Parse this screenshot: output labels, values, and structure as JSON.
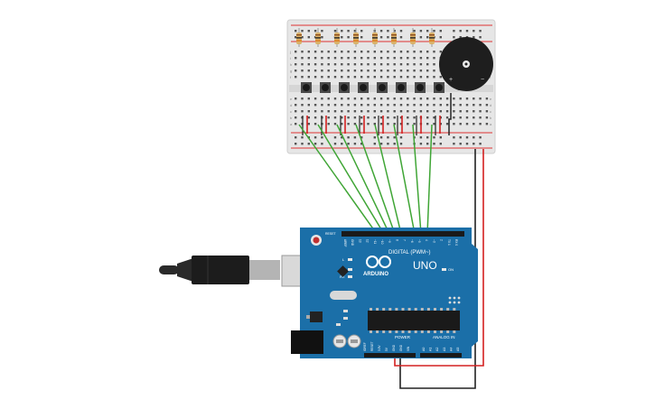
{
  "board": {
    "name": "Arduino Uno R3",
    "logo_text": "ARDUINO",
    "model_text": "UNO",
    "reset_label": "RESET",
    "digital_label": "DIGITAL (PWM~)",
    "analog_label": "ANALOG IN",
    "power_label": "POWER",
    "on_label": "ON",
    "led_l": "L",
    "led_tx": "TX",
    "led_rx": "RX",
    "digital_pins": [
      "AREF",
      "GND",
      "13",
      "12",
      "~11",
      "~10",
      "~9",
      "8",
      "7",
      "~6",
      "~5",
      "4",
      "~3",
      "2",
      "TX 1",
      "RX 0"
    ],
    "power_pins": [
      "IOREF",
      "RESET",
      "3.3V",
      "5V",
      "GND",
      "GND",
      "VIN"
    ],
    "analog_pins": [
      "A0",
      "A1",
      "A2",
      "A3",
      "A4",
      "A5"
    ]
  },
  "breadboard": {
    "columns": 30,
    "row_letters_top": [
      "j",
      "i",
      "h",
      "g",
      "f"
    ],
    "row_letters_bottom": [
      "e",
      "d",
      "c",
      "b",
      "a"
    ],
    "pushbuttons": 8,
    "resistors": 8
  },
  "buzzer": {
    "name": "Piezo",
    "plus": "+",
    "minus": "−"
  },
  "wires": {
    "signal_color": "#3fa535",
    "power_color": "#d32020",
    "ground_color": "#222222",
    "count": 8
  },
  "usb": {
    "name": "USB cable"
  }
}
